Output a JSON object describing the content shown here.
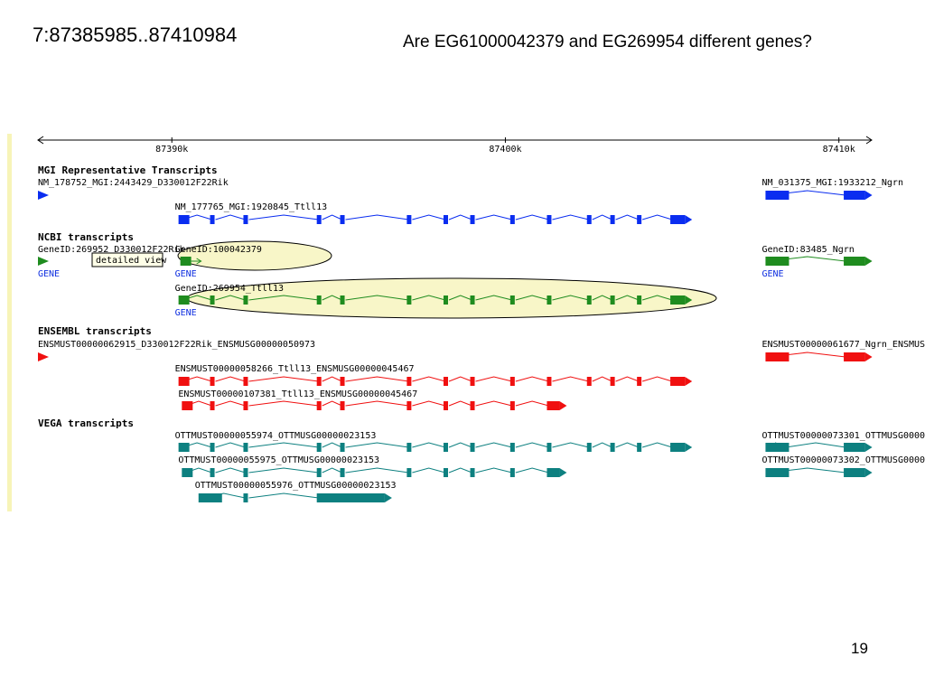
{
  "slide": {
    "region": "7:87385985..87410984",
    "question": "Are EG61000042379 and EG269954 different genes?",
    "page_number": "19"
  },
  "ruler": {
    "ticks": [
      {
        "label": "87390k",
        "coord": 87390000
      },
      {
        "label": "87400k",
        "coord": 87400000
      },
      {
        "label": "87410k",
        "coord": 87410000
      }
    ],
    "start": 87385985,
    "end": 87410984
  },
  "colors": {
    "mgi": "#0a2df0",
    "ncbi": "#1f8c1f",
    "ensembl": "#f01010",
    "vega": "#0d8080",
    "gene_link": "#1030e0",
    "highlight_fill": "#f8f6c8"
  },
  "tracks": [
    {
      "id": "mgi",
      "title": "MGI Representative Transcripts",
      "color_key": "mgi",
      "features": [
        {
          "label": "NM_178752_MGI:2443429_D330012F22Rik",
          "kind": "stub",
          "start": 87386000
        },
        {
          "label": "NM_177765_MGI:1920845_Ttll13",
          "start": 87390200,
          "end": 87405600,
          "exons": [
            87390200,
            87391200,
            87392200,
            87394400,
            87395100,
            87397100,
            87398200,
            87399000,
            87400200,
            87401300,
            87402500,
            87403200,
            87404000,
            87405000
          ]
        },
        {
          "label": "NM_031375_MGI:1933212_Ngrn",
          "start": 87407800,
          "end": 87411000,
          "exons": [
            87407800,
            87410200
          ]
        }
      ]
    },
    {
      "id": "ncbi",
      "title": "NCBI transcripts",
      "color_key": "ncbi",
      "features": [
        {
          "label": "GeneID:269952_D330012F22Rik",
          "kind": "stub",
          "start": 87386000,
          "gene_link": "GENE"
        },
        {
          "label": "GeneID:100042379",
          "kind": "small",
          "start": 87390200,
          "end": 87391200,
          "gene_link": "GENE",
          "highlight": true
        },
        {
          "label": "GeneID:269954_Ttll13",
          "start": 87390200,
          "end": 87405600,
          "exons": [
            87390200,
            87391200,
            87392200,
            87394400,
            87395100,
            87397100,
            87398200,
            87399000,
            87400200,
            87401300,
            87402500,
            87403200,
            87404000,
            87405000
          ],
          "gene_link": "GENE",
          "highlight": true
        },
        {
          "label": "GeneID:83485_Ngrn",
          "start": 87407800,
          "end": 87411000,
          "exons": [
            87407800,
            87410200
          ],
          "gene_link": "GENE"
        }
      ],
      "tooltip": "detailed view"
    },
    {
      "id": "ensembl",
      "title": "ENSEMBL transcripts",
      "color_key": "ensembl",
      "features": [
        {
          "label": "ENSMUST00000062915_D330012F22Rik_ENSMUSG00000050973",
          "kind": "stub",
          "start": 87386000
        },
        {
          "label": "ENSMUST00000058266_Ttll13_ENSMUSG00000045467",
          "start": 87390200,
          "end": 87405600,
          "exons": [
            87390200,
            87391200,
            87392200,
            87394400,
            87395100,
            87397100,
            87398200,
            87399000,
            87400200,
            87401300,
            87402500,
            87403200,
            87404000,
            87405000
          ]
        },
        {
          "label": "ENSMUST00000107381_Ttll13_ENSMUSG00000045467",
          "start": 87390300,
          "end": 87401800,
          "exons": [
            87390300,
            87391200,
            87392200,
            87394400,
            87395100,
            87397100,
            87398200,
            87399000,
            87400200,
            87401300
          ]
        },
        {
          "label": "ENSMUST00000061677_Ngrn_ENSMUS",
          "start": 87407800,
          "end": 87411000,
          "exons": [
            87407800,
            87410200
          ]
        }
      ]
    },
    {
      "id": "vega",
      "title": "VEGA transcripts",
      "color_key": "vega",
      "features": [
        {
          "label": "OTTMUST00000055974_OTTMUSG00000023153",
          "start": 87390200,
          "end": 87405600,
          "exons": [
            87390200,
            87391200,
            87392200,
            87394400,
            87395100,
            87397100,
            87398200,
            87399000,
            87400200,
            87401300,
            87402500,
            87403200,
            87404000,
            87405000
          ]
        },
        {
          "label": "OTTMUST00000055975_OTTMUSG00000023153",
          "start": 87390300,
          "end": 87401800,
          "exons": [
            87390300,
            87391200,
            87392200,
            87394400,
            87395100,
            87397100,
            87398200,
            87399000,
            87400200,
            87401300
          ]
        },
        {
          "label": "OTTMUST00000055976_OTTMUSG00000023153",
          "start": 87390800,
          "end": 87396600,
          "exons": [
            87390800,
            87392200,
            87394400
          ]
        },
        {
          "label": "OTTMUST00000073301_OTTMUSG0000",
          "start": 87407800,
          "end": 87411000,
          "exons": [
            87407800,
            87408300,
            87410200
          ]
        },
        {
          "label": "OTTMUST00000073302_OTTMUSG0000",
          "start": 87407800,
          "end": 87411000,
          "exons": [
            87407800,
            87410200
          ]
        }
      ]
    }
  ]
}
